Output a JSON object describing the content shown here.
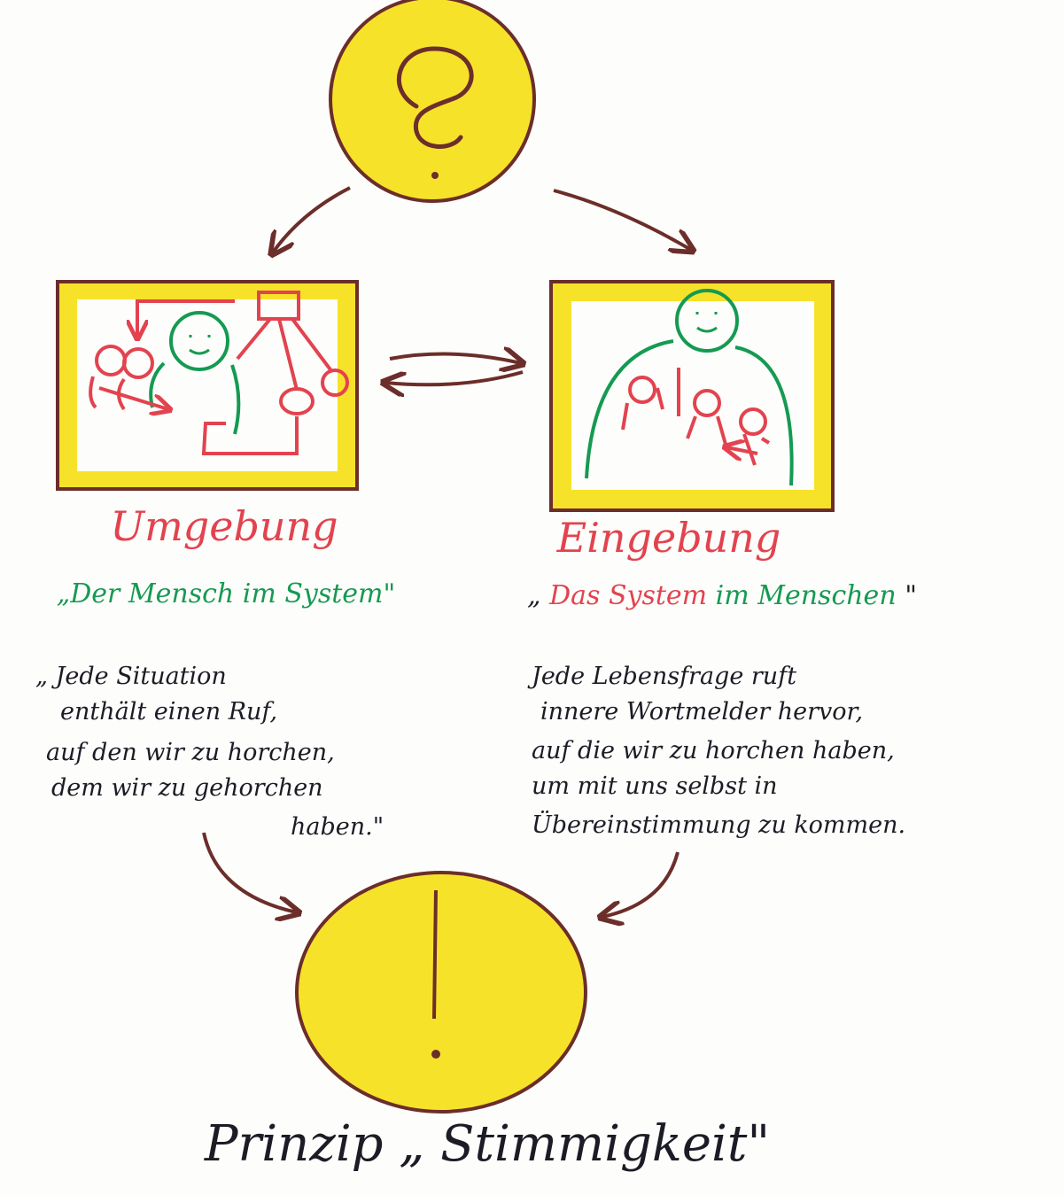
{
  "top_symbol": {
    "glyph": "?",
    "icon": "question-mark-icon"
  },
  "bottom_symbol": {
    "glyph": "!",
    "icon": "exclamation-mark-icon"
  },
  "left_panel": {
    "title": "Umgebung",
    "subtitle": "„Der Mensch im System\"",
    "quote": [
      "„ Jede Situation",
      "enthält einen Ruf,",
      "auf den wir zu horchen,",
      "dem wir zu gehorchen",
      "haben.\""
    ]
  },
  "right_panel": {
    "title": "Eingebung",
    "subtitle_parts": [
      "„",
      "Das System",
      " im ",
      "Menschen",
      "\""
    ],
    "quote": [
      "Jede Lebensfrage ruft",
      "innere Wortmelder hervor,",
      "auf die wir zu horchen haben,",
      "um mit uns selbst in",
      "Übereinstimmung zu kommen."
    ]
  },
  "footer": "Prinzip „ Stimmigkeit\"",
  "colors": {
    "yellow": "#f7e22a",
    "brown": "#6b2e2a",
    "red": "#e2434f",
    "green": "#159a52",
    "ink": "#1c1c26"
  }
}
